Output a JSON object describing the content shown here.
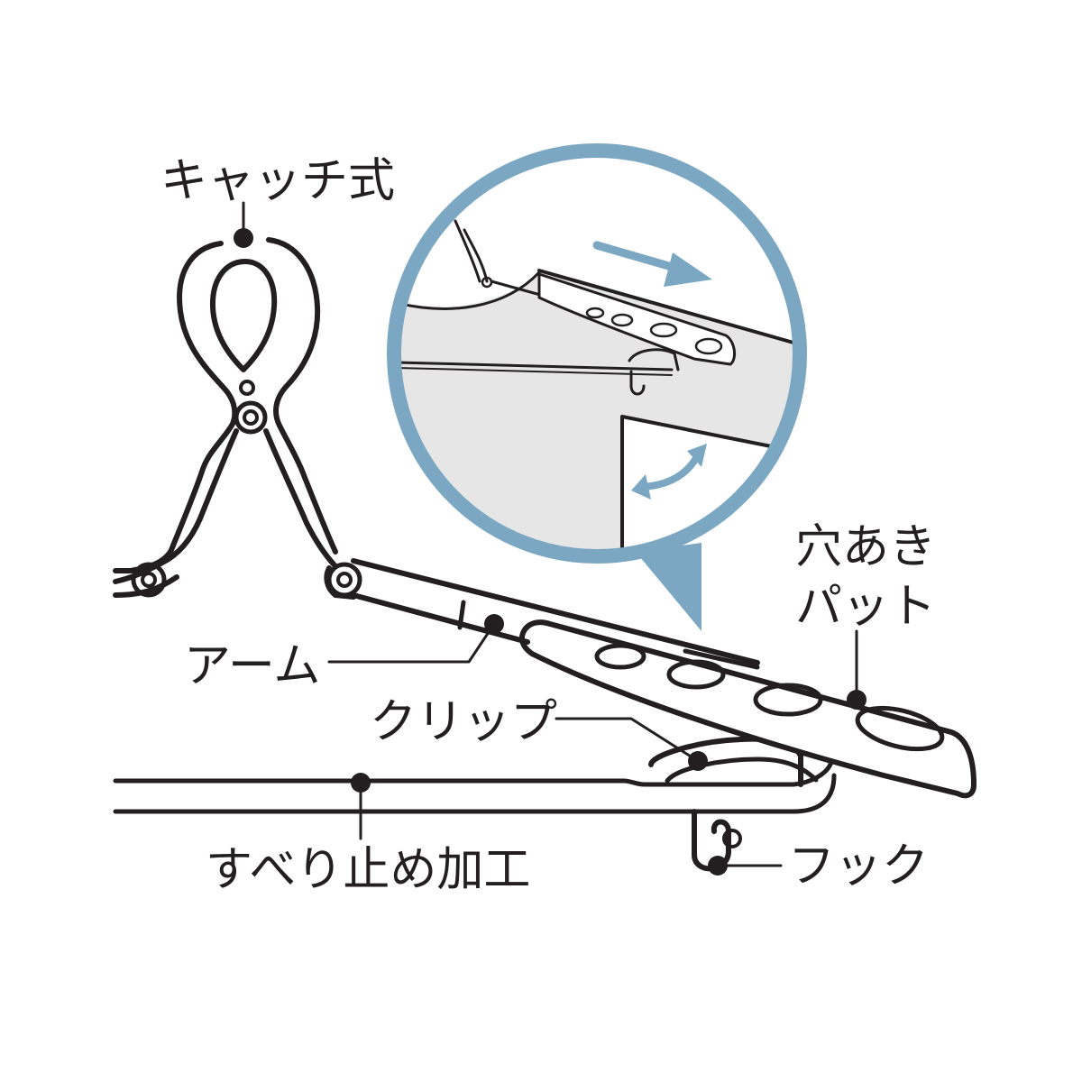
{
  "labels": {
    "catch": "キャッチ式",
    "arm": "アーム",
    "clip": "クリップ",
    "pad_line1": "穴あき",
    "pad_line2": "パット",
    "nonslip": "すべり止め加工",
    "hook": "フック"
  },
  "colors": {
    "ink": "#231f20",
    "accent": "#7ba7c2",
    "inset_background": "#e6e6e6",
    "page_background": "#ffffff"
  }
}
